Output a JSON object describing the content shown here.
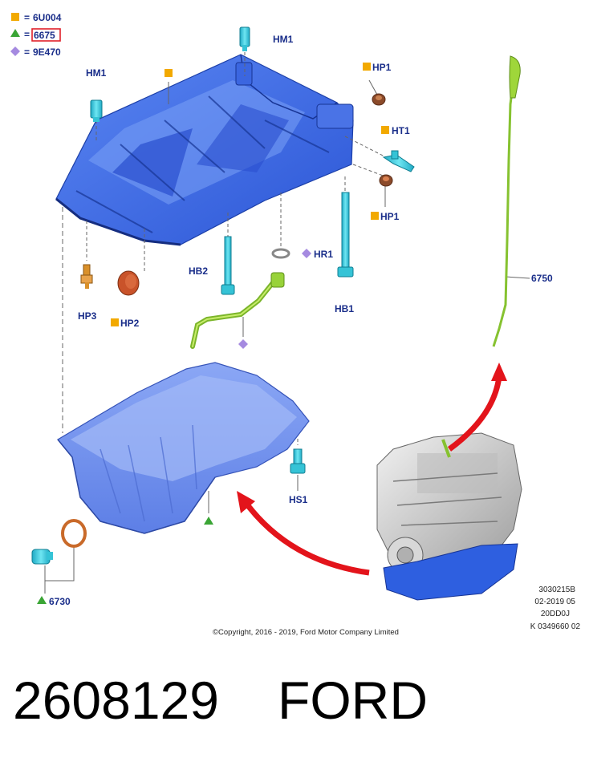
{
  "legend": [
    {
      "symbol": "square",
      "color": "#f2a900",
      "sep": "=",
      "code": "6U004",
      "highlighted": false
    },
    {
      "symbol": "triangle",
      "color": "#3aa535",
      "sep": "=",
      "code": "6675",
      "highlighted": true
    },
    {
      "symbol": "diamond",
      "color": "#a58ae0",
      "sep": "=",
      "code": "9E470",
      "highlighted": false
    }
  ],
  "parts": {
    "hm1_top": "HM1",
    "hm1_left": "HM1",
    "hp1_top": "HP1",
    "ht1": "HT1",
    "hp1_bottom": "HP1",
    "hr1": "HR1",
    "hb2": "HB2",
    "hb1": "HB1",
    "hp3": "HP3",
    "hp2": "HP2",
    "p6750": "6750",
    "hs1": "HS1",
    "p6730": "6730"
  },
  "meta_codes": [
    "3030215B",
    "02-2019 05",
    "20DD0J",
    "K 0349660 02"
  ],
  "copyright": "©Copyright, 2016 - 2019, Ford Motor Company Limited",
  "footer": {
    "part_number": "2608129",
    "brand": "FORD"
  },
  "colors": {
    "label": "#1a2e8a",
    "square": "#f2a900",
    "triangle": "#3aa535",
    "diamond": "#a58ae0",
    "highlight_box": "#e0202a",
    "arrow": "#e3141b",
    "part_blue": "#3f6fe6",
    "pan_blue": "#6e8ff0",
    "bolt_cyan": "#2ec6d8",
    "dipstick_green": "#9fd63a",
    "gasket_orange": "#d96a2a"
  }
}
